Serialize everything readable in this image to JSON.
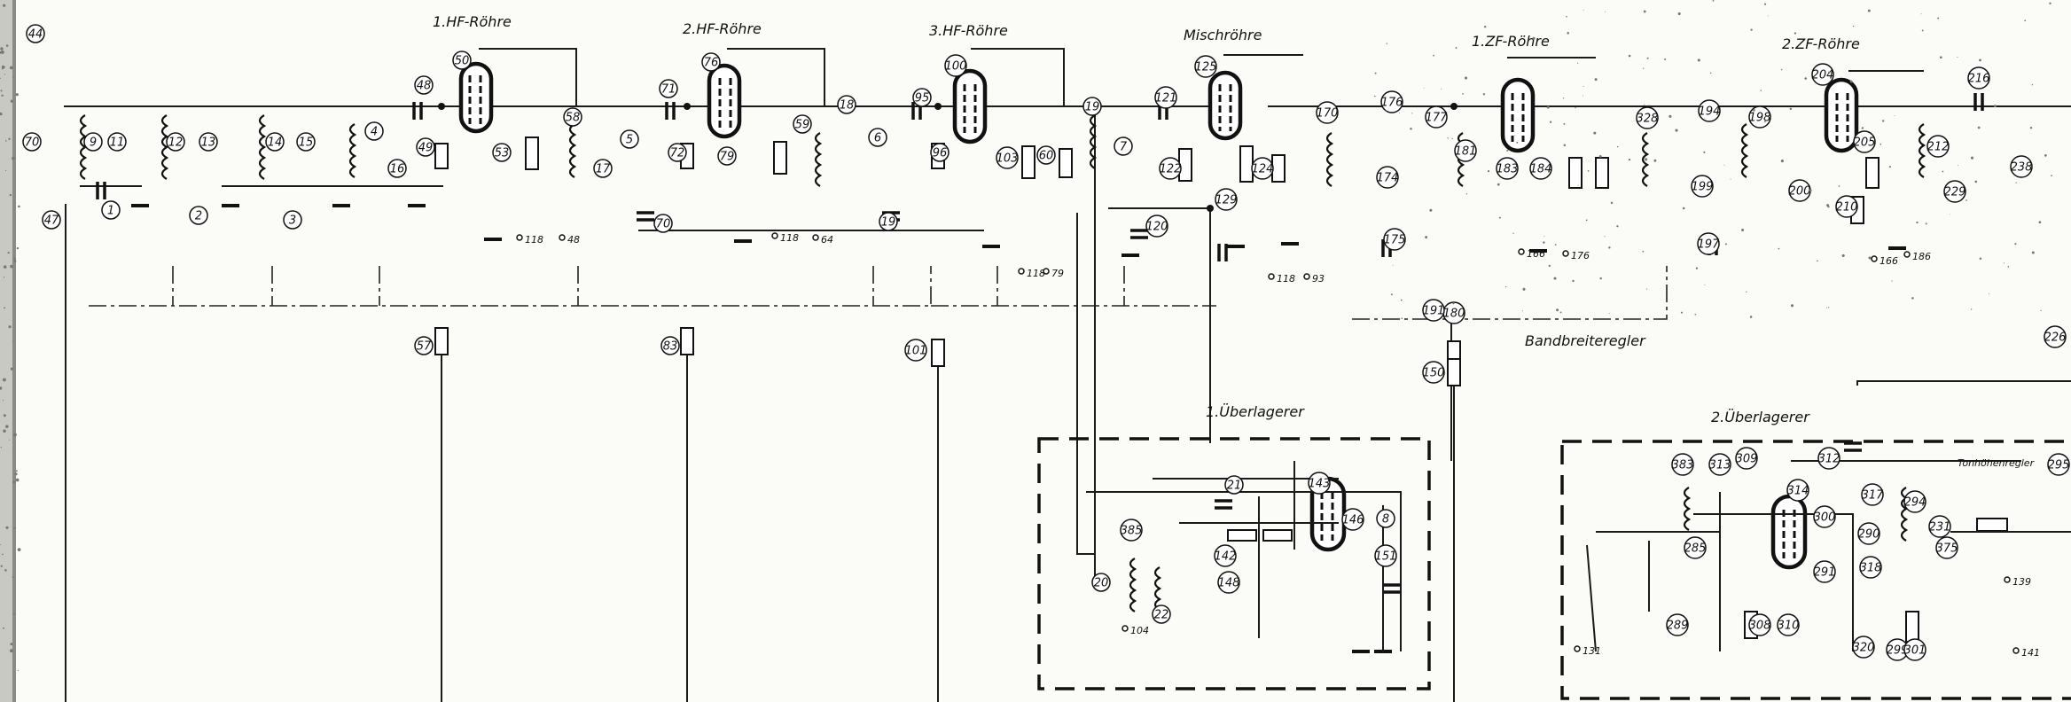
{
  "labels": {
    "hf1": "1.HF-Röhre",
    "hf2": "2.HF-Röhre",
    "hf3": "3.HF-Röhre",
    "mix": "Mischröhre",
    "zf1": "1.ZF-Röhre",
    "zf2": "2.ZF-Röhre",
    "osc1": "1.Überlagerer",
    "osc2": "2.Überlagerer",
    "bandwidth": "Bandbreiteregler",
    "tone": "Tonhöhenregler"
  },
  "supply_labels": [
    "118",
    "48",
    "118",
    "64",
    "118",
    "79",
    "118",
    "93",
    "166",
    "176",
    "166",
    "186",
    "104",
    "131",
    "141",
    "139"
  ],
  "part_numbers": [
    "44",
    "47",
    "70",
    "9",
    "11",
    "1",
    "12",
    "13",
    "2",
    "14",
    "15",
    "3",
    "4",
    "16",
    "49",
    "48",
    "50",
    "53",
    "57",
    "58",
    "17",
    "5",
    "70",
    "71",
    "72",
    "76",
    "79",
    "83",
    "59",
    "18",
    "6",
    "19",
    "96",
    "95",
    "100",
    "103",
    "60",
    "101",
    "19",
    "7",
    "121",
    "122",
    "120",
    "125",
    "129",
    "124",
    "170",
    "176",
    "174",
    "175",
    "177",
    "181",
    "180",
    "183",
    "184",
    "191",
    "150",
    "328",
    "194",
    "199",
    "197",
    "198",
    "200",
    "204",
    "205",
    "210",
    "212",
    "216",
    "229",
    "238",
    "226",
    "385",
    "20",
    "22",
    "21",
    "142",
    "143",
    "146",
    "148",
    "8",
    "151",
    "383",
    "313",
    "314",
    "300",
    "309",
    "285",
    "289",
    "308",
    "310",
    "291",
    "318",
    "317",
    "290",
    "294",
    "231",
    "375",
    "320",
    "299",
    "301",
    "312",
    "295",
    "297"
  ],
  "colors": {
    "ink": "#111111",
    "paper": "#fbfbf8"
  }
}
